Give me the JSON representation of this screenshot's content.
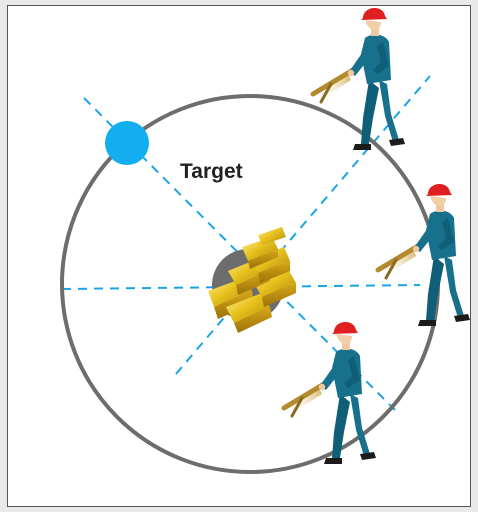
{
  "diagram": {
    "target_label": "Target",
    "colors": {
      "page_background": "#e9e9e9",
      "panel_background": "#ffffff",
      "circle_stroke": "#6d6d6d",
      "dashed_lines": "#1aa3e8",
      "marker": "#13aef0",
      "gold": "#e8c21e",
      "gold_dark": "#b58a0b",
      "gold_light": "#fff2a0",
      "worker_uniform": "#17708c",
      "worker_helmet": "#e02020"
    },
    "icons": {
      "marker": "blue-dot-icon",
      "target": "gold-bars-icon",
      "operator": "worker-with-detector-icon"
    },
    "operators": [
      {
        "name": "operator-top-right"
      },
      {
        "name": "operator-right"
      },
      {
        "name": "operator-bottom"
      }
    ]
  }
}
